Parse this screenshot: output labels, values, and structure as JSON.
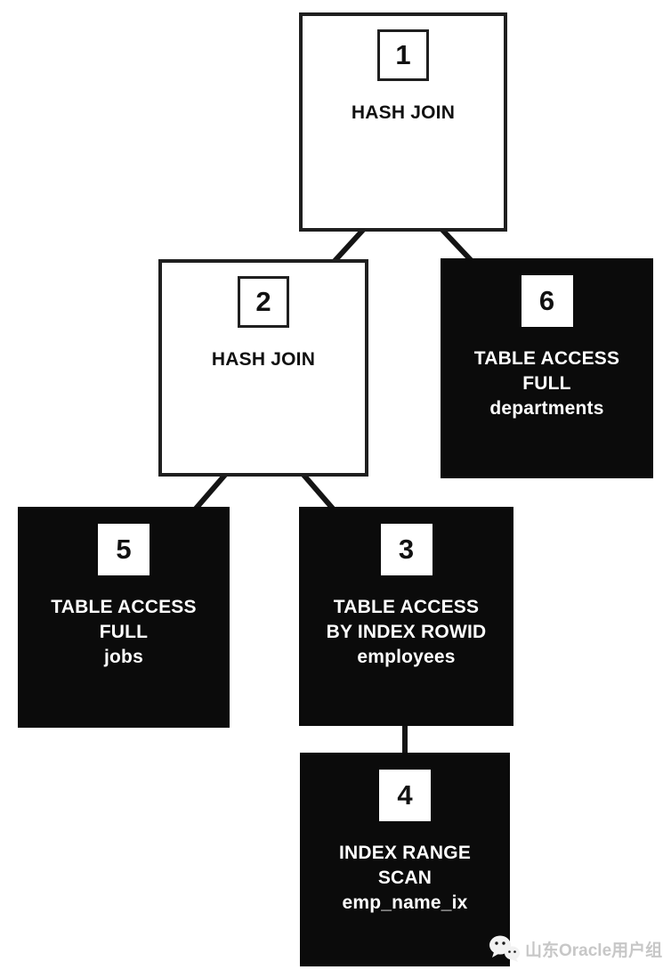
{
  "diagram": {
    "type": "execution-plan-tree",
    "nodes": [
      {
        "id": "1",
        "number": "1",
        "label": "HASH JOIN",
        "variant": "white"
      },
      {
        "id": "2",
        "number": "2",
        "label": "HASH JOIN",
        "variant": "white"
      },
      {
        "id": "3",
        "number": "3",
        "label": "TABLE ACCESS\nBY INDEX ROWID\nemployees",
        "variant": "black"
      },
      {
        "id": "4",
        "number": "4",
        "label": "INDEX RANGE\nSCAN\nemp_name_ix",
        "variant": "black"
      },
      {
        "id": "5",
        "number": "5",
        "label": "TABLE ACCESS\nFULL\njobs",
        "variant": "black"
      },
      {
        "id": "6",
        "number": "6",
        "label": "TABLE ACCESS\nFULL\ndepartments",
        "variant": "black"
      }
    ],
    "edges": [
      {
        "from": "1",
        "to": "2"
      },
      {
        "from": "1",
        "to": "6"
      },
      {
        "from": "2",
        "to": "5"
      },
      {
        "from": "2",
        "to": "3"
      },
      {
        "from": "3",
        "to": "4"
      }
    ],
    "colors": {
      "node_black": "#0b0b0b",
      "node_white": "#ffffff",
      "border": "#1f1f1f",
      "edge": "#141414",
      "text_on_black": "#ffffff",
      "text_on_white": "#111111",
      "watermark_text": "#c7c7c7"
    }
  },
  "watermark": {
    "icon": "wechat-icon",
    "text": "山东Oracle用户组"
  }
}
